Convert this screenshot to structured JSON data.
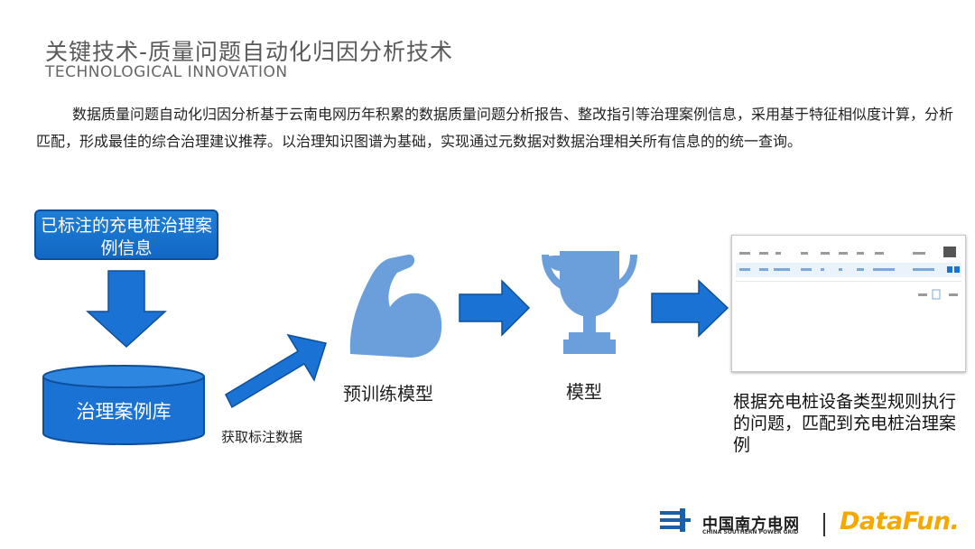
{
  "header": {
    "title": "关键技术-质量问题自动化归因分析技术",
    "subtitle": "TECHNOLOGICAL INNOVATION"
  },
  "intro": "数据质量问题自动化归因分析基于云南电网历年积累的数据质量问题分析报告、整改指引等治理案例信息，采用基于特征相似度计算，分析匹配，形成最佳的综合治理建议推荐。以治理知识图谱为基础，实现通过元数据对数据治理相关所有信息的的统一查询。",
  "flow": {
    "labeled_data": "已标注的充电桩治理案例信息",
    "case_db": "治理案例库",
    "get_labeled": "获取标注数据",
    "pretrain_model": "预训练模型",
    "model": "模型",
    "result": "根据充电桩设备类型规则执行的问题，匹配到充电桩治理案例"
  },
  "logos": {
    "csg_cn": "中国南方电网",
    "csg_en": "CHINA SOUTHERN POWER GRID",
    "datafun": "DataFun."
  },
  "colors": {
    "arrow_blue": "#1a72d4",
    "icon_blue": "#6a9fdb",
    "accent_orange": "#f4a800"
  }
}
